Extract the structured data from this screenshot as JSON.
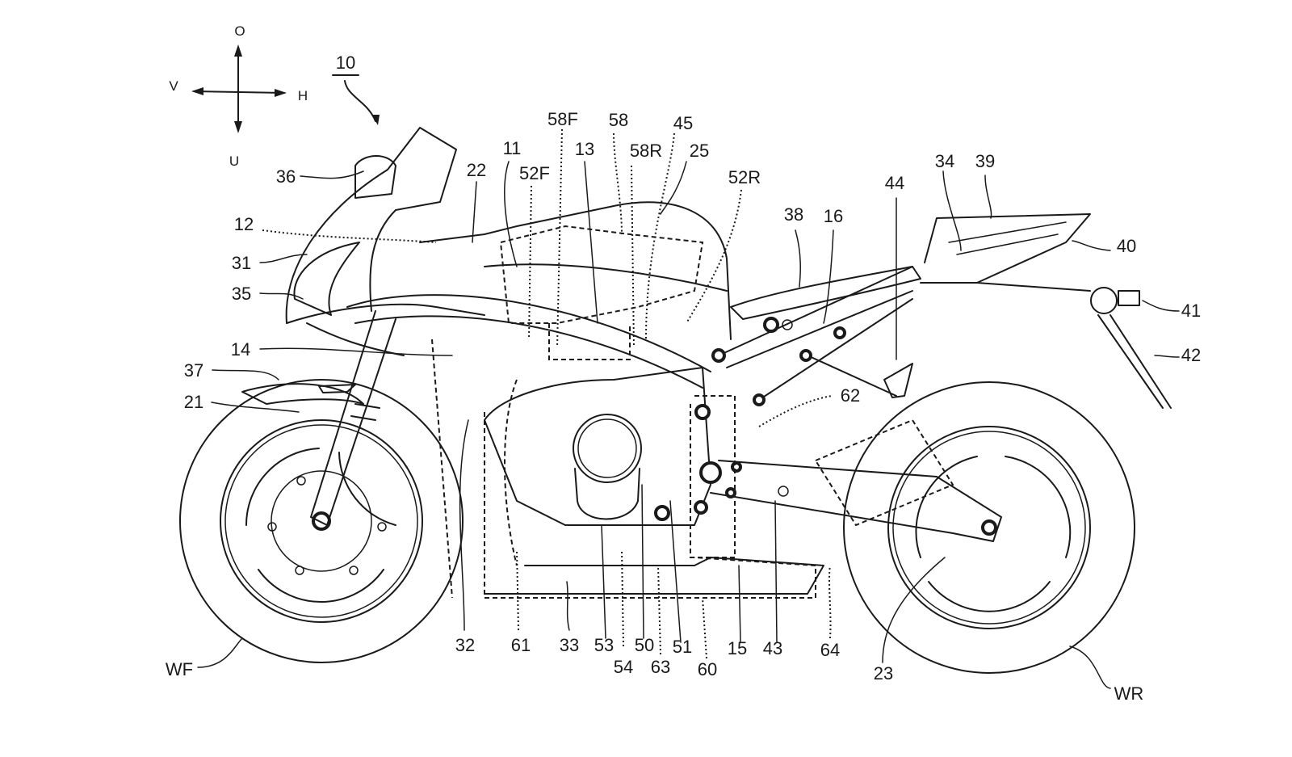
{
  "figure": {
    "title": "Motorcycle side view (patent drawing)",
    "reference_number": "10",
    "orientation": {
      "up": "O",
      "down": "U",
      "front": "V",
      "rear": "H"
    },
    "labels": [
      {
        "id": "36",
        "text": "36"
      },
      {
        "id": "12",
        "text": "12"
      },
      {
        "id": "31",
        "text": "31"
      },
      {
        "id": "35",
        "text": "35"
      },
      {
        "id": "14",
        "text": "14"
      },
      {
        "id": "37",
        "text": "37"
      },
      {
        "id": "21",
        "text": "21"
      },
      {
        "id": "22",
        "text": "22"
      },
      {
        "id": "11",
        "text": "11"
      },
      {
        "id": "52F",
        "text": "52F"
      },
      {
        "id": "58F",
        "text": "58F"
      },
      {
        "id": "13",
        "text": "13"
      },
      {
        "id": "58",
        "text": "58"
      },
      {
        "id": "58R",
        "text": "58R"
      },
      {
        "id": "45",
        "text": "45"
      },
      {
        "id": "25",
        "text": "25"
      },
      {
        "id": "52R",
        "text": "52R"
      },
      {
        "id": "38",
        "text": "38"
      },
      {
        "id": "16",
        "text": "16"
      },
      {
        "id": "44",
        "text": "44"
      },
      {
        "id": "34",
        "text": "34"
      },
      {
        "id": "39",
        "text": "39"
      },
      {
        "id": "40",
        "text": "40"
      },
      {
        "id": "41",
        "text": "41"
      },
      {
        "id": "42",
        "text": "42"
      },
      {
        "id": "62",
        "text": "62"
      },
      {
        "id": "32",
        "text": "32"
      },
      {
        "id": "61",
        "text": "61"
      },
      {
        "id": "33",
        "text": "33"
      },
      {
        "id": "53",
        "text": "53"
      },
      {
        "id": "54",
        "text": "54"
      },
      {
        "id": "50",
        "text": "50"
      },
      {
        "id": "63",
        "text": "63"
      },
      {
        "id": "51",
        "text": "51"
      },
      {
        "id": "60",
        "text": "60"
      },
      {
        "id": "15",
        "text": "15"
      },
      {
        "id": "43",
        "text": "43"
      },
      {
        "id": "64",
        "text": "64"
      },
      {
        "id": "23",
        "text": "23"
      },
      {
        "id": "WF",
        "text": "WF"
      },
      {
        "id": "WR",
        "text": "WR"
      }
    ]
  }
}
